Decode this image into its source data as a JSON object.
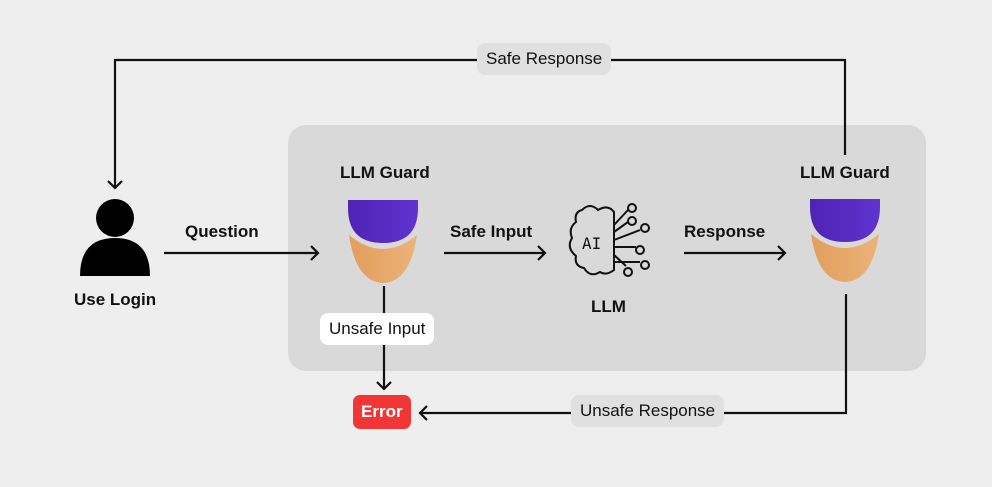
{
  "nodes": {
    "user": {
      "label": "Use Login",
      "icon": "user-icon"
    },
    "guard_in": {
      "label": "LLM Guard",
      "icon": "shield-icon"
    },
    "llm": {
      "label": "LLM",
      "icon": "ai-brain-icon",
      "icon_text": "AI"
    },
    "guard_out": {
      "label": "LLM Guard",
      "icon": "shield-icon"
    },
    "error": {
      "label": "Error"
    }
  },
  "edges": {
    "question": "Question",
    "safe_input": "Safe Input",
    "response": "Response",
    "safe_response": "Safe Response",
    "unsafe_input": "Unsafe Input",
    "unsafe_response": "Unsafe Response"
  },
  "colors": {
    "background": "#eeeeee",
    "panel": "#d9d9d9",
    "guard_top": "#5a2fc8",
    "guard_bottom": "#e8a665",
    "error": "#f23636"
  }
}
